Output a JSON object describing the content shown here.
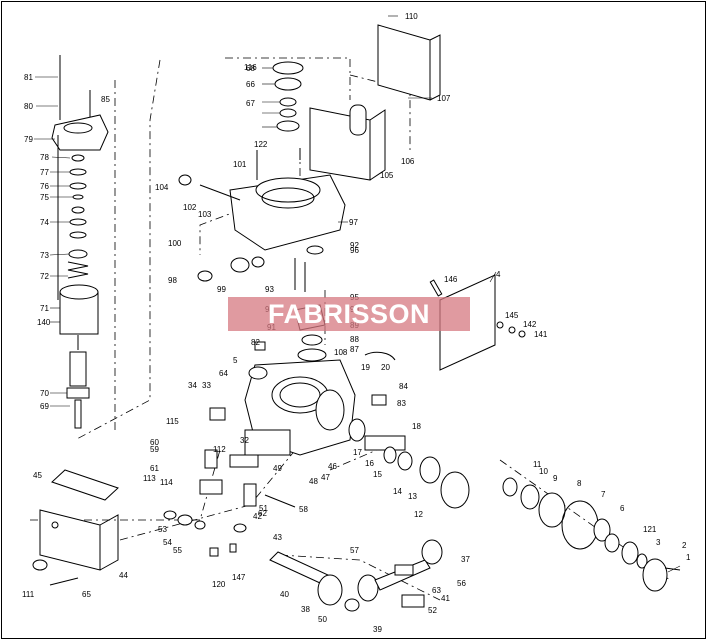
{
  "diagram": {
    "watermark": "FABRISSON",
    "part_labels": [
      "1",
      "2",
      "3",
      "4",
      "5",
      "6",
      "7",
      "8",
      "9",
      "10",
      "11",
      "12",
      "13",
      "14",
      "15",
      "16",
      "17",
      "18",
      "19",
      "20",
      "32",
      "33",
      "34",
      "37",
      "38",
      "39",
      "40",
      "41",
      "42",
      "43",
      "44",
      "45",
      "46",
      "47",
      "48",
      "49",
      "50",
      "51",
      "52",
      "53",
      "54",
      "55",
      "56",
      "57",
      "58",
      "59",
      "60",
      "61",
      "62",
      "63",
      "64",
      "65",
      "66",
      "67",
      "68",
      "69",
      "70",
      "71",
      "72",
      "73",
      "74",
      "75",
      "76",
      "77",
      "78",
      "79",
      "80",
      "81",
      "82",
      "83",
      "84",
      "85",
      "87",
      "88",
      "89",
      "90",
      "91",
      "92",
      "93",
      "94",
      "95",
      "96",
      "97",
      "98",
      "99",
      "100",
      "101",
      "102",
      "103",
      "104",
      "105",
      "106",
      "107",
      "108",
      "110",
      "111",
      "112",
      "113",
      "114",
      "115",
      "116",
      "120",
      "121",
      "122",
      "140",
      "141",
      "142",
      "145",
      "146",
      "147"
    ]
  }
}
